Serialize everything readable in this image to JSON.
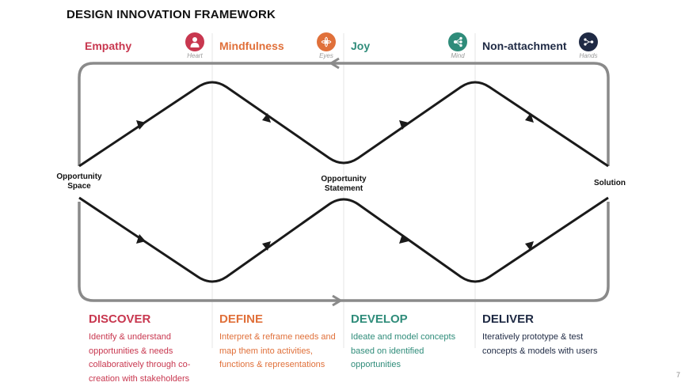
{
  "title": "DESIGN INNOVATION FRAMEWORK",
  "colors": {
    "empathy": "#c8374f",
    "mindfulness": "#e0703a",
    "joy": "#2f8c7a",
    "nonattachment": "#1f2a44",
    "line": "#1a1a1a",
    "loop": "#8a8a8a",
    "divider": "#e6e6e6"
  },
  "phases": [
    {
      "name": "Empathy",
      "badge": "Heart",
      "icon": "person-icon"
    },
    {
      "name": "Mindfulness",
      "badge": "Eyes",
      "icon": "lotus-icon"
    },
    {
      "name": "Joy",
      "badge": "Mind",
      "icon": "network-icon"
    },
    {
      "name": "Non-attachment",
      "badge": "Hands",
      "icon": "share-icon"
    }
  ],
  "nodes": {
    "start_line1": "Opportunity",
    "start_line2": "Space",
    "middle_line1": "Opportunity",
    "middle_line2": "Statement",
    "end": "Solution"
  },
  "stages": [
    {
      "title": "DISCOVER",
      "description": "Identify & understand opportunities & needs collaboratively through co-creation with stakeholders"
    },
    {
      "title": "DEFINE",
      "description": "Interpret & reframe needs and map them into activities, functions & representations"
    },
    {
      "title": "DEVELOP",
      "description": "Ideate and model concepts based on identified opportunities"
    },
    {
      "title": "DELIVER",
      "description": "Iteratively prototype & test concepts & models with users"
    }
  ],
  "page_number": "7"
}
